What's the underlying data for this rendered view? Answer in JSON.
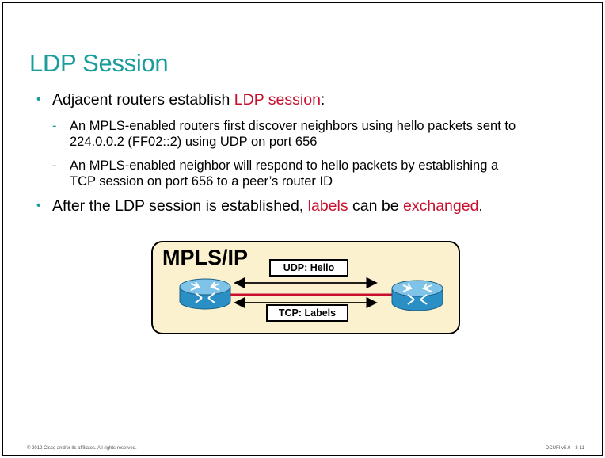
{
  "slide": {
    "title": "LDP Session",
    "bullets": [
      {
        "text_before": "Adjacent routers establish ",
        "highlight": "LDP session",
        "text_after": ":",
        "sub": [
          {
            "line1": "An MPLS-enabled routers first discover neighbors using hello packets sent to",
            "line2": "224.0.0.2 (FF02::2) using UDP on port 656"
          },
          {
            "line1": "An MPLS-enabled neighbor will respond to hello packets by establishing a",
            "line2": "TCP session on port 656 to a peer’s router ID"
          }
        ]
      },
      {
        "text_before": "After the LDP session is established, ",
        "highlight1": "labels",
        "text_mid": " can be ",
        "highlight2": "exchanged",
        "text_after": "."
      }
    ],
    "bullet_glyph": "•",
    "sub_glyph": "-"
  },
  "diagram": {
    "label": "MPLS/IP",
    "top_tag": "UDP: Hello",
    "bottom_tag": "TCP: Labels",
    "router_icon": "router-icon",
    "colors": {
      "panel": "#fcf1cf",
      "link": "#c8102e",
      "router_top": "#7fc4e8",
      "router_body": "#2a8fc4"
    }
  },
  "footer": {
    "copyright": "© 2012 Cisco and/or its affiliates. All rights reserved.",
    "code": "DCUFI v5.0—3-11"
  },
  "colors": {
    "title": "#1a9c9c",
    "highlight": "#c8102e"
  }
}
